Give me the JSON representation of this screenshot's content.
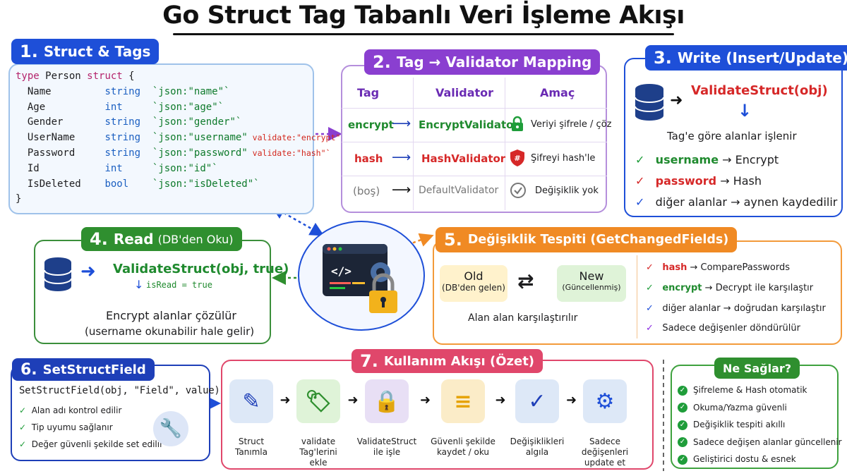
{
  "title": "Go Struct Tag Tabanlı Veri İşleme Akışı",
  "panel1": {
    "num": "1.",
    "label": "Struct & Tags",
    "code": {
      "l0_kw": "type",
      "l0_name": " Person ",
      "l0_kw2": "struct",
      "l0_end": " {",
      "fields": [
        {
          "name": "Name",
          "type": "string",
          "tag": "`json:\"name\"`",
          "vtag": ""
        },
        {
          "name": "Age",
          "type": "int",
          "tag": "`json:\"age\"`",
          "vtag": ""
        },
        {
          "name": "Gender",
          "type": "string",
          "tag": "`json:\"gender\"`",
          "vtag": ""
        },
        {
          "name": "UserName",
          "type": "string",
          "tag": "`json:\"username\"",
          "vtag": " validate:\"encrypt\"`"
        },
        {
          "name": "Password",
          "type": "string",
          "tag": "`json:\"password\"",
          "vtag": " validate:\"hash\"`"
        },
        {
          "name": "Id",
          "type": "int",
          "tag": "`json:\"id\"`",
          "vtag": ""
        },
        {
          "name": "IsDeleted",
          "type": "bool",
          "tag": "`json:\"isDeleted\"`",
          "vtag": ""
        }
      ],
      "close": "}"
    }
  },
  "panel2": {
    "num": "2.",
    "label": "Tag → Validator Mapping",
    "headers": {
      "tag": "Tag",
      "validator": "Validator",
      "purpose": "Amaç"
    },
    "rows": [
      {
        "tag": "encrypt",
        "arrow": "⟶",
        "validator": "EncryptValidator",
        "icon": "lock-icon",
        "purpose": "Veriyi şifrele / çöz"
      },
      {
        "tag": "hash",
        "arrow": "⟶",
        "validator": "HashValidator",
        "icon": "shield-icon",
        "purpose": "Şifreyi hash'le"
      },
      {
        "tag": "(boş)",
        "arrow": "⟶",
        "validator": "DefaultValidator",
        "icon": "check-circle-icon",
        "purpose": "Değişiklik yok"
      }
    ],
    "colors": {
      "encrypt": "#1f8a2e",
      "hash": "#d62828",
      "default": "#777777"
    }
  },
  "panel3": {
    "num": "3.",
    "label": "Write (Insert/Update)",
    "func": "ValidateStruct(obj)",
    "subtitle": "Tag'e göre alanlar işlenir",
    "items": [
      {
        "check": "✓",
        "field": "username",
        "arrow": "→",
        "action": "Encrypt"
      },
      {
        "check": "✓",
        "field": "password",
        "arrow": "→",
        "action": "Hash"
      },
      {
        "check": "✓",
        "field": "diğer alanlar",
        "arrow": "→",
        "action": "aynen kaydedilir"
      }
    ]
  },
  "panel4": {
    "num": "4.",
    "label": "Read",
    "label_sub": "(DB'den Oku)",
    "func": "ValidateStruct(obj, true)",
    "param": "isRead = true",
    "desc1": "Encrypt alanlar çözülür",
    "desc2": "(username okunabilir hale gelir)"
  },
  "panel5": {
    "num": "5.",
    "label": "Değişiklik Tespiti (GetChangedFields)",
    "old_title": "Old",
    "old_sub": "(DB'den gelen)",
    "new_title": "New",
    "new_sub": "(Güncellenmiş)",
    "compare": "Alan alan karşılaştırılır",
    "items": [
      {
        "check": "✓",
        "field": "hash",
        "arrow": "→",
        "action": "ComparePasswords"
      },
      {
        "check": "✓",
        "field": "encrypt",
        "arrow": "→",
        "action": "Decrypt ile karşılaştır"
      },
      {
        "check": "✓",
        "field": "diğer alanlar",
        "arrow": "→",
        "action": "doğrudan karşılaştır"
      },
      {
        "check": "✓",
        "field": "",
        "arrow": "",
        "action": "Sadece değişenler döndürülür"
      }
    ]
  },
  "panel6": {
    "num": "6.",
    "label": "SetStructField",
    "signature": "SetStructField(obj, \"Field\", value)",
    "items": [
      "Alan adı kontrol edilir",
      "Tip uyumu sağlanır",
      "Değer güvenli şekilde set edilir"
    ]
  },
  "panel7": {
    "num": "7.",
    "label": "Kullanım Akışı (Özet)",
    "steps": [
      {
        "icon": "document-edit-icon",
        "line1": "Struct",
        "line2": "Tanımla",
        "line3": ""
      },
      {
        "icon": "tag-icon",
        "line1": "validate",
        "line2": "Tag'lerini",
        "line3": "ekle"
      },
      {
        "icon": "shield-lock-icon",
        "line1": "ValidateStruct",
        "line2": "ile işle",
        "line3": ""
      },
      {
        "icon": "database-icon",
        "line1": "Güvenli şekilde",
        "line2": "kaydet / oku",
        "line3": ""
      },
      {
        "icon": "document-check-icon",
        "line1": "Değişiklikleri",
        "line2": "algıla",
        "line3": ""
      },
      {
        "icon": "gear-icon",
        "line1": "Sadece değişenleri",
        "line2": "update et",
        "line3": ""
      }
    ]
  },
  "benefits": {
    "label": "Ne Sağlar?",
    "items": [
      "Şifreleme & Hash otomatik",
      "Okuma/Yazma güvenli",
      "Değişiklik tespiti akıllı",
      "Sadece değişen alanlar güncellenir",
      "Geliştirici dostu & esnek"
    ]
  }
}
